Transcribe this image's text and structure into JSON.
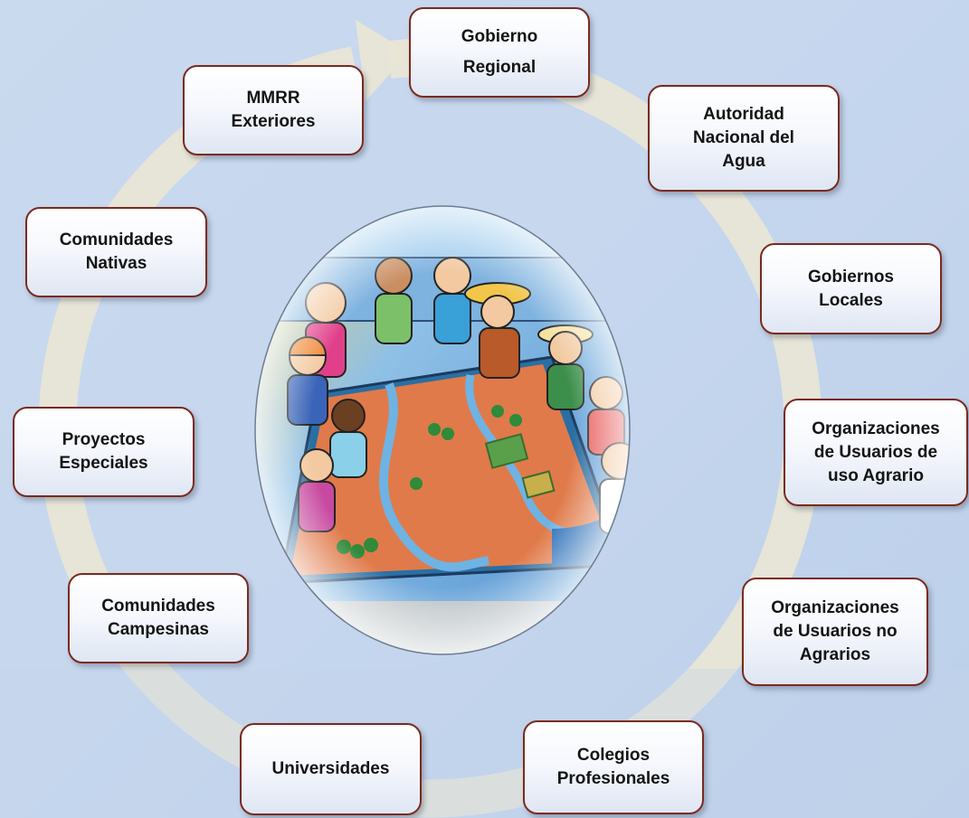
{
  "colors": {
    "background": "#c6d7ee",
    "ring": "#e9e6d6",
    "box_border": "#7a2a1e",
    "box_fill": "#f6f8fd",
    "map_land": "#e07a4a",
    "table_edge": "#2a6fa3"
  },
  "center_image": {
    "icon": "participatory-water-planning-illustration"
  },
  "nodes": [
    {
      "id": "gobierno-regional",
      "label": "Gobierno\nRegional"
    },
    {
      "id": "autoridad-nacional-del-agua",
      "label": "Autoridad\nNacional del\nAgua"
    },
    {
      "id": "gobiernos-locales",
      "label": "Gobiernos\nLocales"
    },
    {
      "id": "organizaciones-usuarios-agrario",
      "label": "Organizaciones\nde Usuarios  de\nuso Agrario"
    },
    {
      "id": "organizaciones-usuarios-no-agrarios",
      "label": "Organizaciones\nde Usuarios  no\nAgrarios"
    },
    {
      "id": "colegios-profesionales",
      "label": "Colegios\nProfesionales"
    },
    {
      "id": "universidades",
      "label": "Universidades"
    },
    {
      "id": "comunidades-campesinas",
      "label": "Comunidades\nCampesinas"
    },
    {
      "id": "proyectos-especiales",
      "label": "Proyectos\nEspeciales"
    },
    {
      "id": "comunidades-nativas",
      "label": "Comunidades\nNativas"
    },
    {
      "id": "mmrr-exteriores",
      "label": "MMRR\nExteriores"
    }
  ]
}
